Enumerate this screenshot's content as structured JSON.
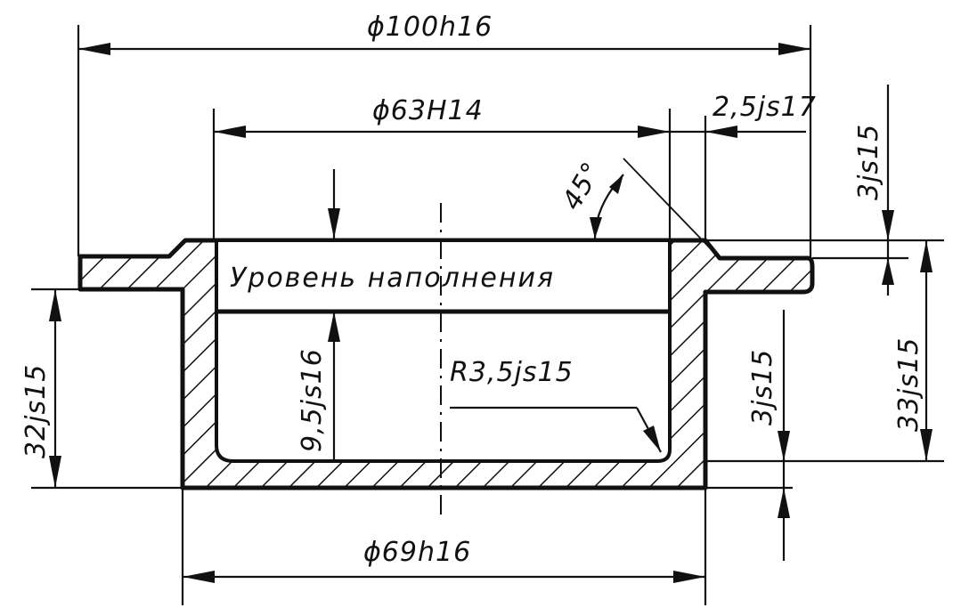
{
  "labels": {
    "outer_diameter": "ϕ100h16",
    "inner_diameter": "ϕ63H14",
    "chamfer": "2,5js17",
    "angle": "45°",
    "top_thickness": "3js15",
    "fill_level": "Уровень наполнения",
    "height_left": "32js15",
    "depth": "9,5js16",
    "radius": "R3,5js15",
    "bottom_thickness": "3js15",
    "height_right": "33js15",
    "base_diameter": "ϕ69h16"
  }
}
